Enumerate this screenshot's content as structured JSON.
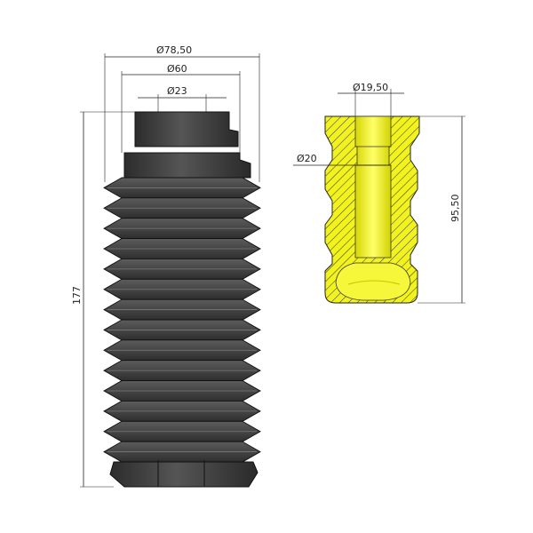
{
  "colors": {
    "boot_dark": "#3b3b3b",
    "boot_mid": "#4a4a4a",
    "boot_light": "#6a6a6a",
    "boot_outline": "#111111",
    "bumper_yellow": "#f2f21e",
    "bumper_highlight": "#ffff66",
    "bumper_shadow": "#c8c800",
    "hatch": "#333333",
    "dimension": "#222222"
  },
  "boot_view": {
    "dim_outer_diameter": "Ø78,50",
    "dim_inner_diameter": "Ø60",
    "dim_top_diameter": "Ø23",
    "dim_height": "177",
    "fold_count": 14
  },
  "bumper_view": {
    "dim_top_bore": "Ø19,50",
    "dim_inner_bore": "Ø20",
    "dim_height": "95,50"
  }
}
